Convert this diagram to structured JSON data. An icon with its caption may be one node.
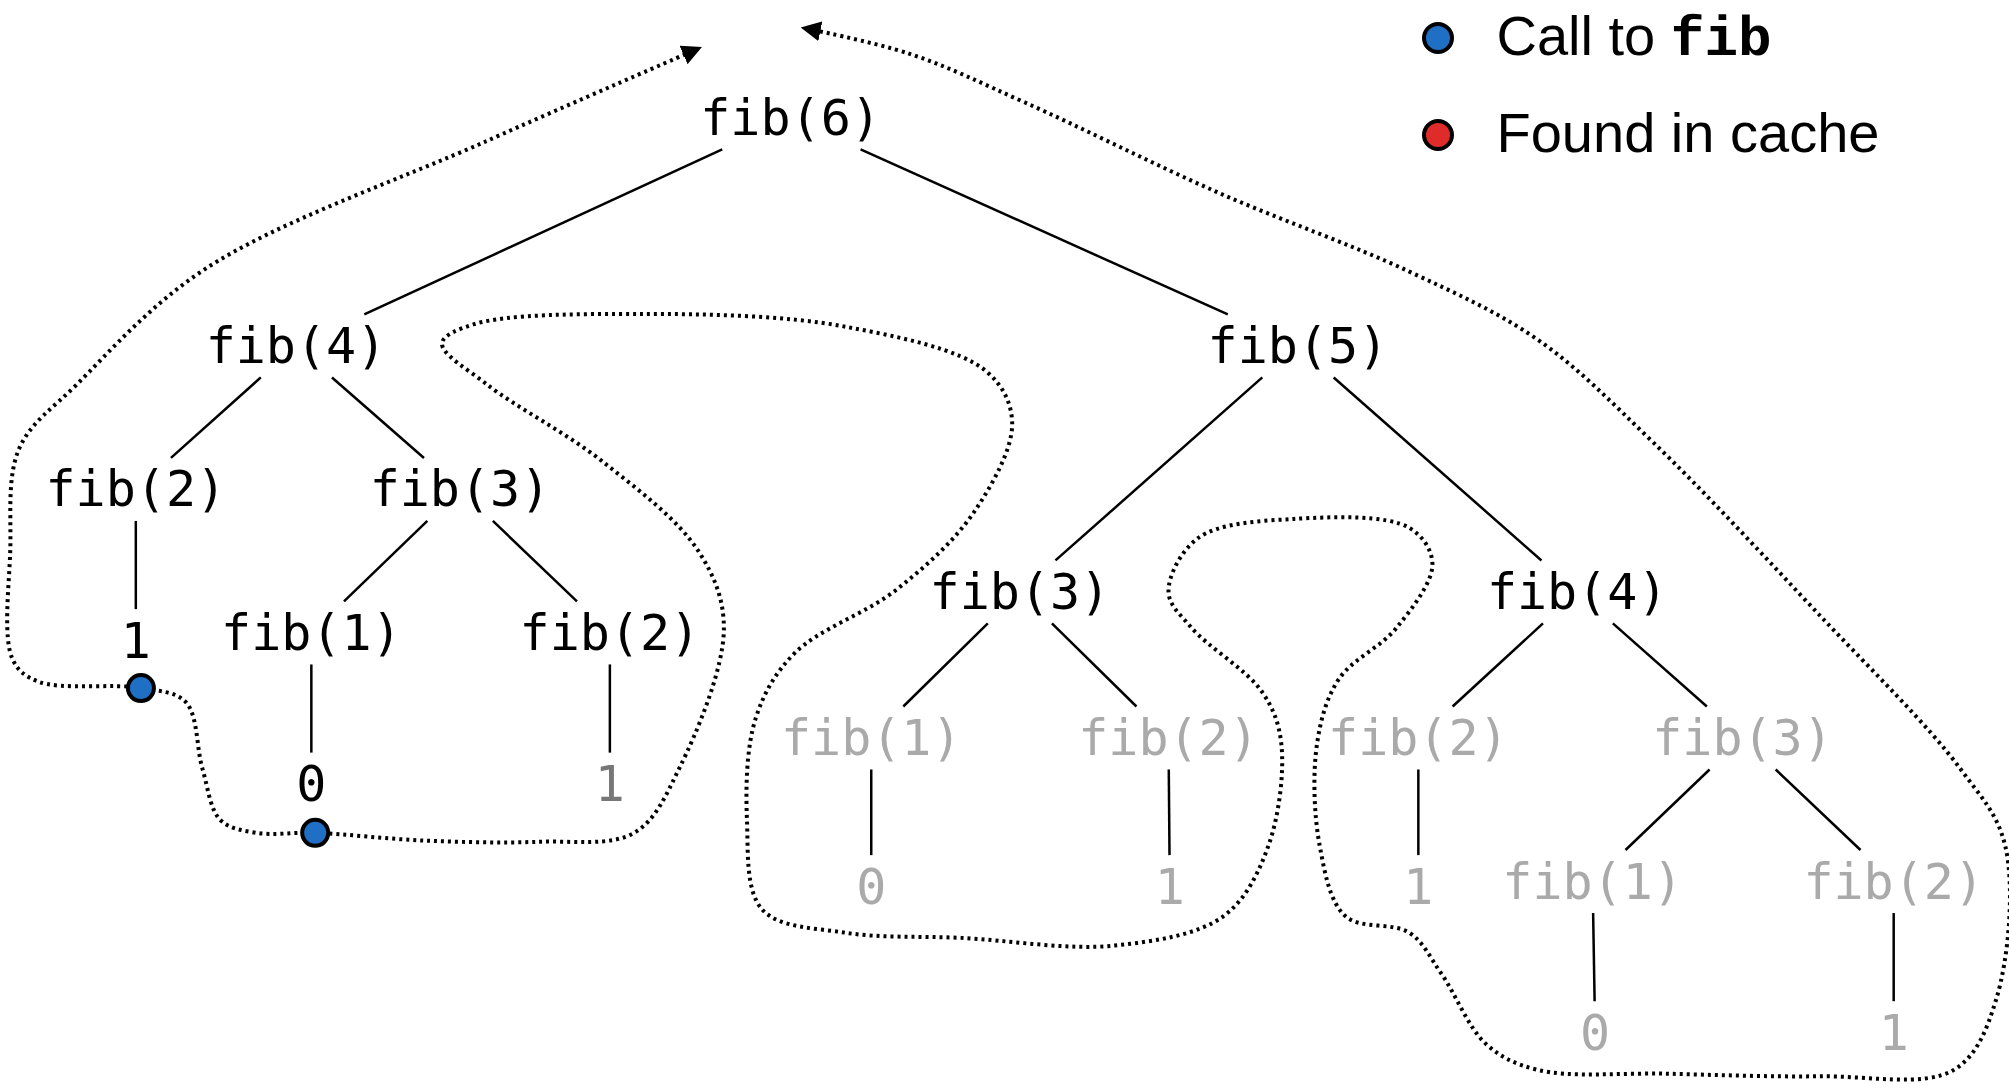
{
  "diagram": {
    "nodes": [
      {
        "text": [
          "fib(6)"
        ]
      },
      {
        "text": [
          "fib(4)"
        ]
      },
      {
        "text": [
          "fib(5)"
        ]
      },
      {
        "text": [
          "fib(2)"
        ]
      },
      {
        "text": [
          "fib(3)"
        ]
      },
      {
        "text": [
          "1"
        ]
      },
      {
        "text": [
          "fib(1)"
        ]
      },
      {
        "text": [
          "fib(2)"
        ]
      },
      {
        "text": [
          "0"
        ]
      },
      {
        "text": [
          "1"
        ]
      },
      {
        "text": [
          "fib(3)"
        ]
      },
      {
        "text": [
          "fib(4)"
        ]
      },
      {
        "text": [
          "fib(1)"
        ]
      },
      {
        "text": [
          "fib(2)"
        ]
      },
      {
        "text": [
          "0"
        ]
      },
      {
        "text": [
          "1"
        ]
      },
      {
        "text": [
          "fib(2)"
        ]
      },
      {
        "text": [
          "fib(3)"
        ]
      },
      {
        "text": [
          "1"
        ]
      },
      {
        "text": [
          "fib(1)"
        ]
      },
      {
        "text": [
          "fib(2)"
        ]
      },
      {
        "text": [
          "0"
        ]
      },
      {
        "text": [
          "1"
        ]
      }
    ],
    "edges": [
      {
        "from": 0,
        "to": 1,
        "arrow": "none"
      },
      {
        "from": 0,
        "to": 2,
        "arrow": "none"
      },
      {
        "from": 1,
        "to": 3,
        "arrow": "none"
      },
      {
        "from": 1,
        "to": 4,
        "arrow": "none"
      },
      {
        "from": 3,
        "to": 5,
        "arrow": "none"
      },
      {
        "from": 4,
        "to": 6,
        "arrow": "none"
      },
      {
        "from": 4,
        "to": 7,
        "arrow": "none"
      },
      {
        "from": 6,
        "to": 8,
        "arrow": "none"
      },
      {
        "from": 7,
        "to": 9,
        "arrow": "none"
      },
      {
        "from": 2,
        "to": 10,
        "arrow": "none"
      },
      {
        "from": 2,
        "to": 11,
        "arrow": "none"
      },
      {
        "from": 10,
        "to": 12,
        "arrow": "none"
      },
      {
        "from": 10,
        "to": 13,
        "arrow": "none"
      },
      {
        "from": 12,
        "to": 14,
        "arrow": "none"
      },
      {
        "from": 13,
        "to": 15,
        "arrow": "none"
      },
      {
        "from": 11,
        "to": 16,
        "arrow": "none"
      },
      {
        "from": 11,
        "to": 17,
        "arrow": "none"
      },
      {
        "from": 16,
        "to": 18,
        "arrow": "none"
      },
      {
        "from": 17,
        "to": 19,
        "arrow": "none"
      },
      {
        "from": 17,
        "to": 20,
        "arrow": "none"
      },
      {
        "from": 19,
        "to": 21,
        "arrow": "none"
      },
      {
        "from": 20,
        "to": 22,
        "arrow": "none"
      }
    ],
    "legend": [
      {
        "text": "Call to **fib**",
        "color": "#1f6fc5"
      },
      {
        "text": "Found in cache",
        "color": "#e02b2b"
      }
    ]
  }
}
